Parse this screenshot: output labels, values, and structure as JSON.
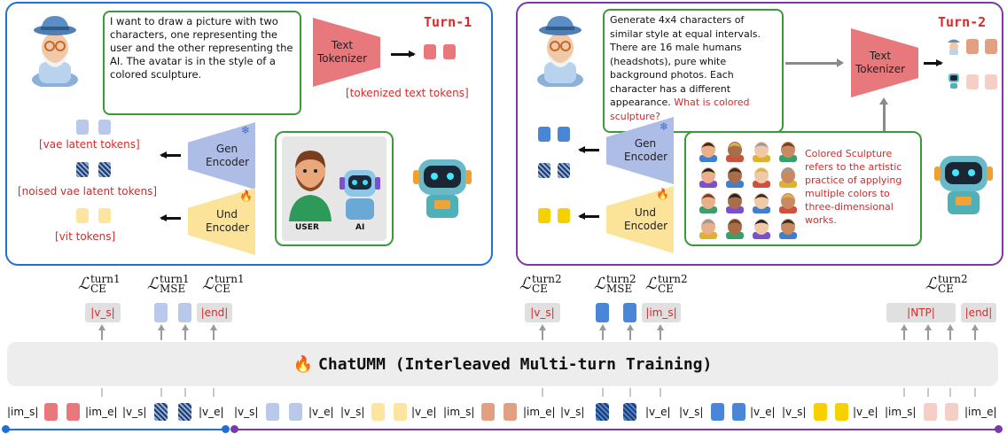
{
  "turn1": {
    "label": "Turn-1",
    "prompt": "I want to draw a picture with two characters, one representing the user and the other representing the AI. The avatar is in the style of a colored sculpture.",
    "text_tokenizer": "Text Tokenizer",
    "tokenized_caption": "[tokenized text tokens]",
    "gen_encoder": "Gen Encoder",
    "und_encoder": "Und Encoder",
    "vae_caption": "[vae latent tokens]",
    "noised_caption": "[noised vae latent tokens]",
    "vit_caption": "[vit tokens]",
    "image_labels": {
      "user": "USER",
      "ai": "AI"
    }
  },
  "turn2": {
    "label": "Turn-2",
    "prompt": "Generate 4x4 characters of similar style at equal intervals. There are 16 male humans (headshots), pure white background photos. Each character has a different appearance.",
    "question": "What is colored sculpture?",
    "text_tokenizer": "Text Tokenizer",
    "gen_encoder": "Gen Encoder",
    "und_encoder": "Und Encoder",
    "answer": "Colored Sculpture refers to the artistic practice of applying multiple colors to three-dimensional works."
  },
  "losses": {
    "ce": "CE",
    "mse": "MSE",
    "turn1": "turn1",
    "turn2": "turn2"
  },
  "outputs": {
    "v_s": "|v_s|",
    "end": "|end|",
    "im_s": "|im_s|",
    "ntp": "|NTP|"
  },
  "model": {
    "title": "ChatUMM (Interleaved Multi-turn Training)"
  },
  "sequence": {
    "im_s": "|im_s|",
    "im_e": "|im_e|",
    "v_s": "|v_s|",
    "v_e": "|v_e|"
  },
  "colors": {
    "turn1_border": "#1f6fd6",
    "turn2_border": "#7a3aa8",
    "text_token": "#e8787b",
    "vae_token": "#b9c9ec",
    "vit_token": "#fde59f",
    "highlight_red": "#d42b2b"
  },
  "icons": {
    "user_avatar": "old-man-avatar-icon",
    "ai_avatar": "robot-icon",
    "frozen": "snowflake-icon",
    "trainable": "flame-icon"
  }
}
